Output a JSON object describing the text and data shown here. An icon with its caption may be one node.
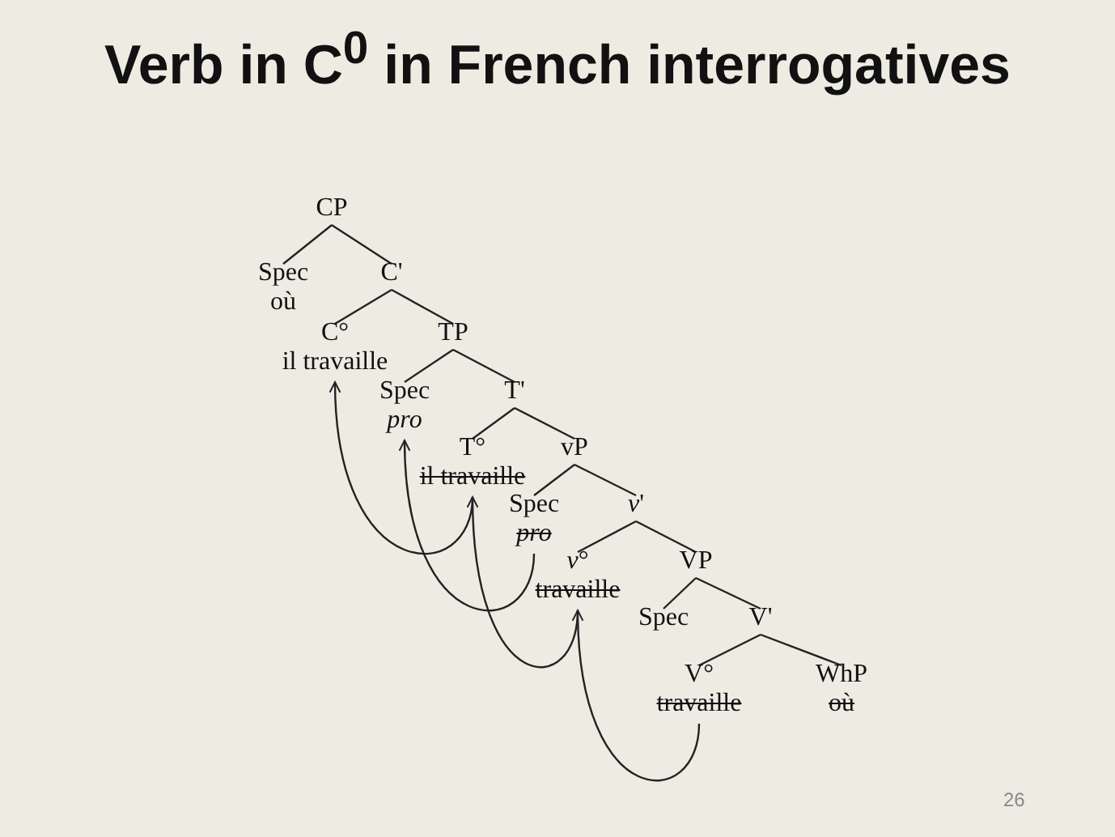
{
  "diagram": {
    "title": "Verb in C$^{0}$ in French interrogatives",
    "nodes": [
      {
        "text": [
          "CP"
        ]
      },
      {
        "text": [
          "Spec",
          "où"
        ]
      },
      {
        "text": [
          "C'"
        ]
      },
      {
        "text": [
          "C°",
          "il travaille"
        ]
      },
      {
        "text": [
          "TP"
        ]
      },
      {
        "text": [
          "Spec",
          "pro"
        ]
      },
      {
        "text": [
          "T'"
        ]
      },
      {
        "text": [
          "T°",
          "il travaille"
        ]
      },
      {
        "text": [
          "vP"
        ]
      },
      {
        "text": [
          "Spec",
          "pro"
        ]
      },
      {
        "text": [
          "*v*'"
        ]
      },
      {
        "text": [
          "*v*°",
          "travaille"
        ]
      },
      {
        "text": [
          "VP"
        ]
      },
      {
        "text": [
          "Spec"
        ]
      },
      {
        "text": [
          "V'"
        ]
      },
      {
        "text": [
          "V°",
          "travaille"
        ]
      },
      {
        "text": [
          "WhP",
          "où"
        ]
      }
    ],
    "edges": [
      {
        "from": 0,
        "to": 1,
        "arrow": "none"
      },
      {
        "from": 0,
        "to": 2,
        "arrow": "none"
      },
      {
        "from": 2,
        "to": 3,
        "arrow": "none"
      },
      {
        "from": 2,
        "to": 4,
        "arrow": "none"
      },
      {
        "from": 4,
        "to": 5,
        "arrow": "none"
      },
      {
        "from": 4,
        "to": 6,
        "arrow": "none"
      },
      {
        "from": 6,
        "to": 7,
        "arrow": "none"
      },
      {
        "from": 6,
        "to": 8,
        "arrow": "none"
      },
      {
        "from": 8,
        "to": 9,
        "arrow": "none"
      },
      {
        "from": 8,
        "to": 10,
        "arrow": "none"
      },
      {
        "from": 10,
        "to": 11,
        "arrow": "none"
      },
      {
        "from": 10,
        "to": 12,
        "arrow": "none"
      },
      {
        "from": 12,
        "to": 13,
        "arrow": "none"
      },
      {
        "from": 12,
        "to": 14,
        "arrow": "none"
      },
      {
        "from": 14,
        "to": 15,
        "arrow": "none"
      },
      {
        "from": 14,
        "to": 16,
        "arrow": "none"
      },
      {
        "from": 7,
        "to": 3,
        "arrow": "to"
      },
      {
        "from": 11,
        "to": 7,
        "arrow": "to"
      },
      {
        "from": 9,
        "to": 5,
        "arrow": "to"
      },
      {
        "from": 15,
        "to": 11,
        "arrow": "to"
      }
    ],
    "labels": [
      "26"
    ]
  }
}
